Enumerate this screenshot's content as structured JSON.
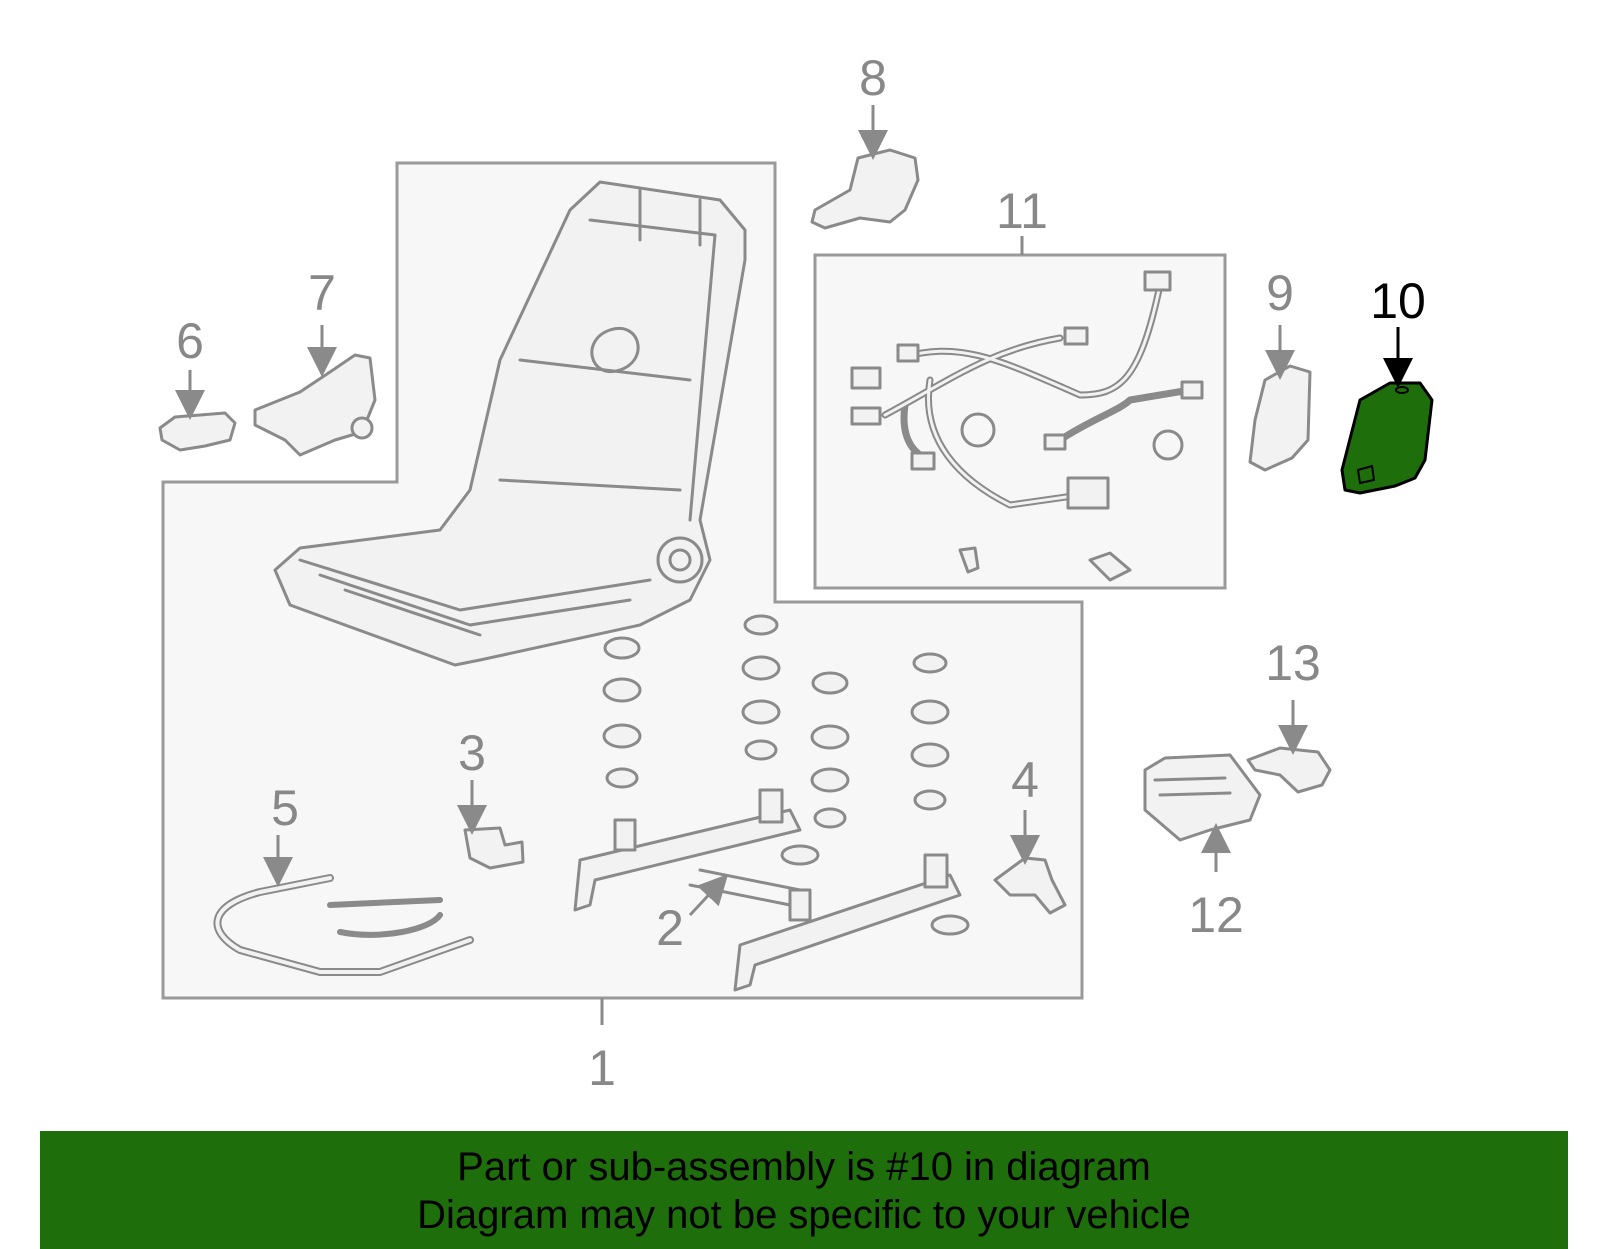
{
  "callouts": {
    "c1": "1",
    "c2": "2",
    "c3": "3",
    "c4": "4",
    "c5": "5",
    "c6": "6",
    "c7": "7",
    "c8": "8",
    "c9": "9",
    "c10": "10",
    "c11": "11",
    "c12": "12",
    "c13": "13"
  },
  "highlight": {
    "part": "10",
    "color": "#1e6e0c"
  },
  "banner": {
    "line1": "Part or sub-assembly is #10 in diagram",
    "line2": "Diagram may not be specific to your vehicle",
    "color": "#1e6e0c"
  }
}
